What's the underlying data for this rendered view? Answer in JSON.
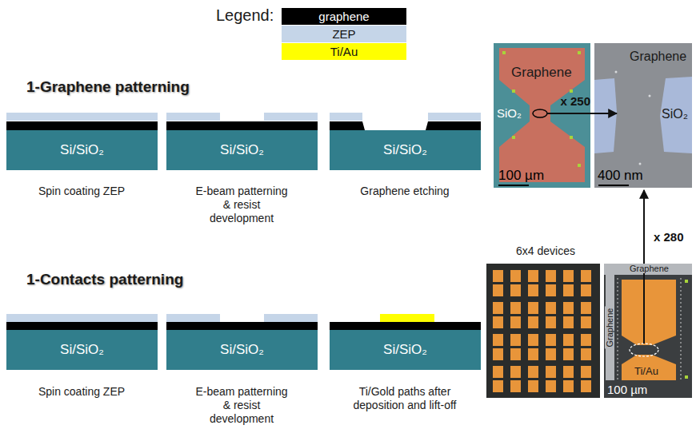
{
  "diagram": {
    "nodes": [
      {
        "text": [
          "Si/SiO₂"
        ]
      },
      {
        "text": [
          "Si/SiO₂"
        ]
      },
      {
        "text": [
          "Si/SiO₂"
        ]
      },
      {
        "text": [
          "Si/SiO₂"
        ]
      },
      {
        "text": [
          "Si/SiO₂"
        ]
      },
      {
        "text": [
          "Si/SiO₂"
        ]
      },
      {
        "text": [
          "Graphene",
          "SiO₂",
          "100 µm"
        ]
      },
      {
        "text": [
          "Graphene",
          "SiO₂",
          "400 nm"
        ]
      },
      {
        "text": [
          "6x4 devices"
        ]
      },
      {
        "text": [
          "Graphene",
          "Graphene",
          "Ti/Au",
          "100 µm"
        ]
      }
    ],
    "edges": [
      {
        "from": 6,
        "to": 7,
        "label": "x 250",
        "arrow": "to"
      },
      {
        "from": 9,
        "to": 7,
        "label": "x 280",
        "arrow": "to"
      }
    ],
    "labels": [
      "Legend:",
      "1-Graphene patterning",
      "Spin coating ZEP",
      "E-beam patterning & resist development",
      "Graphene etching",
      "1-Contacts patterning",
      "Spin coating ZEP",
      "E-beam patterning & resist development",
      "Ti/Gold paths after deposition and lift-off"
    ],
    "legend": [
      {
        "text": "graphene",
        "color": "#000000"
      },
      {
        "text": "ZEP",
        "color": "#c5d5e8"
      },
      {
        "text": "Ti/Au",
        "color": "#ffff00"
      }
    ]
  }
}
